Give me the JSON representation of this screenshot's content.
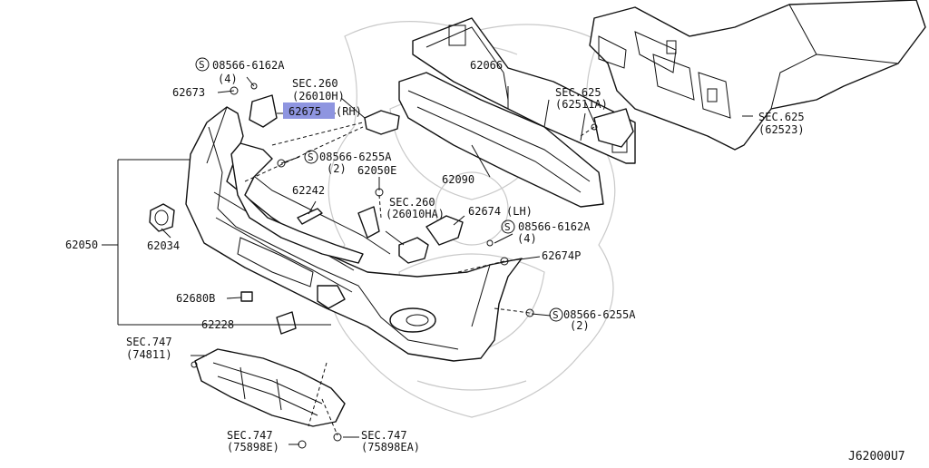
{
  "highlight_color": "#8e95e0",
  "diagram_code": "J62000U7",
  "labels": {
    "l_08566_6162A_top": "08566-6162A",
    "l_qty4_top": "(4)",
    "l_62673": "62673",
    "l_sec260_a": "SEC.260",
    "l_26010H": "(26010H)",
    "l_62675": "62675",
    "l_rh": "(RH)",
    "l_62066": "62066",
    "l_08566_6255A_top": "08566-6255A",
    "l_qty2_top": "(2)",
    "l_62050E": "62050E",
    "l_sec625_a": "SEC.625",
    "l_62511A": "(62511A)",
    "l_sec625_b": "SEC.625",
    "l_62523": "(62523)",
    "l_62090": "62090",
    "l_62242": "62242",
    "l_sec260_b": "SEC.260",
    "l_26010HA": "(26010HA)",
    "l_62674": "62674",
    "l_lh": "(LH)",
    "l_08566_6162A_mid": "08566-6162A",
    "l_qty4_mid": "(4)",
    "l_62050": "62050",
    "l_62034": "62034",
    "l_62674P": "62674P",
    "l_62680B": "62680B",
    "l_08566_6255A_bot": "08566-6255A",
    "l_qty2_bot": "(2)",
    "l_62228": "62228",
    "l_sec747_a": "SEC.747",
    "l_74811": "(74811)",
    "l_sec747_b": "SEC.747",
    "l_75898E": "(75898E)",
    "l_sec747_c": "SEC.747",
    "l_75898EA": "(75898EA)",
    "l_code": "J62000U7"
  }
}
